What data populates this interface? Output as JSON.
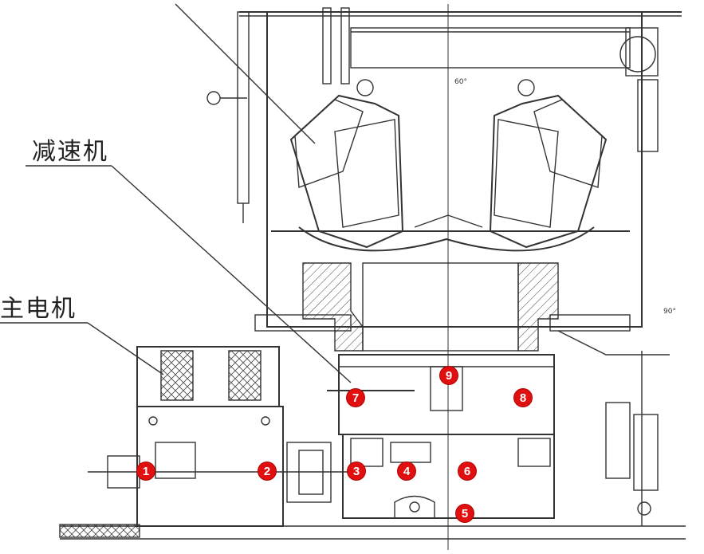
{
  "labels": {
    "reducer": "减速机",
    "main_motor": "主电机",
    "angle_60": "60°",
    "angle_90": "90°"
  },
  "markers": [
    "1",
    "2",
    "3",
    "4",
    "5",
    "6",
    "7",
    "8",
    "9"
  ],
  "colors": {
    "marker": "#e01010",
    "line": "#333333"
  }
}
